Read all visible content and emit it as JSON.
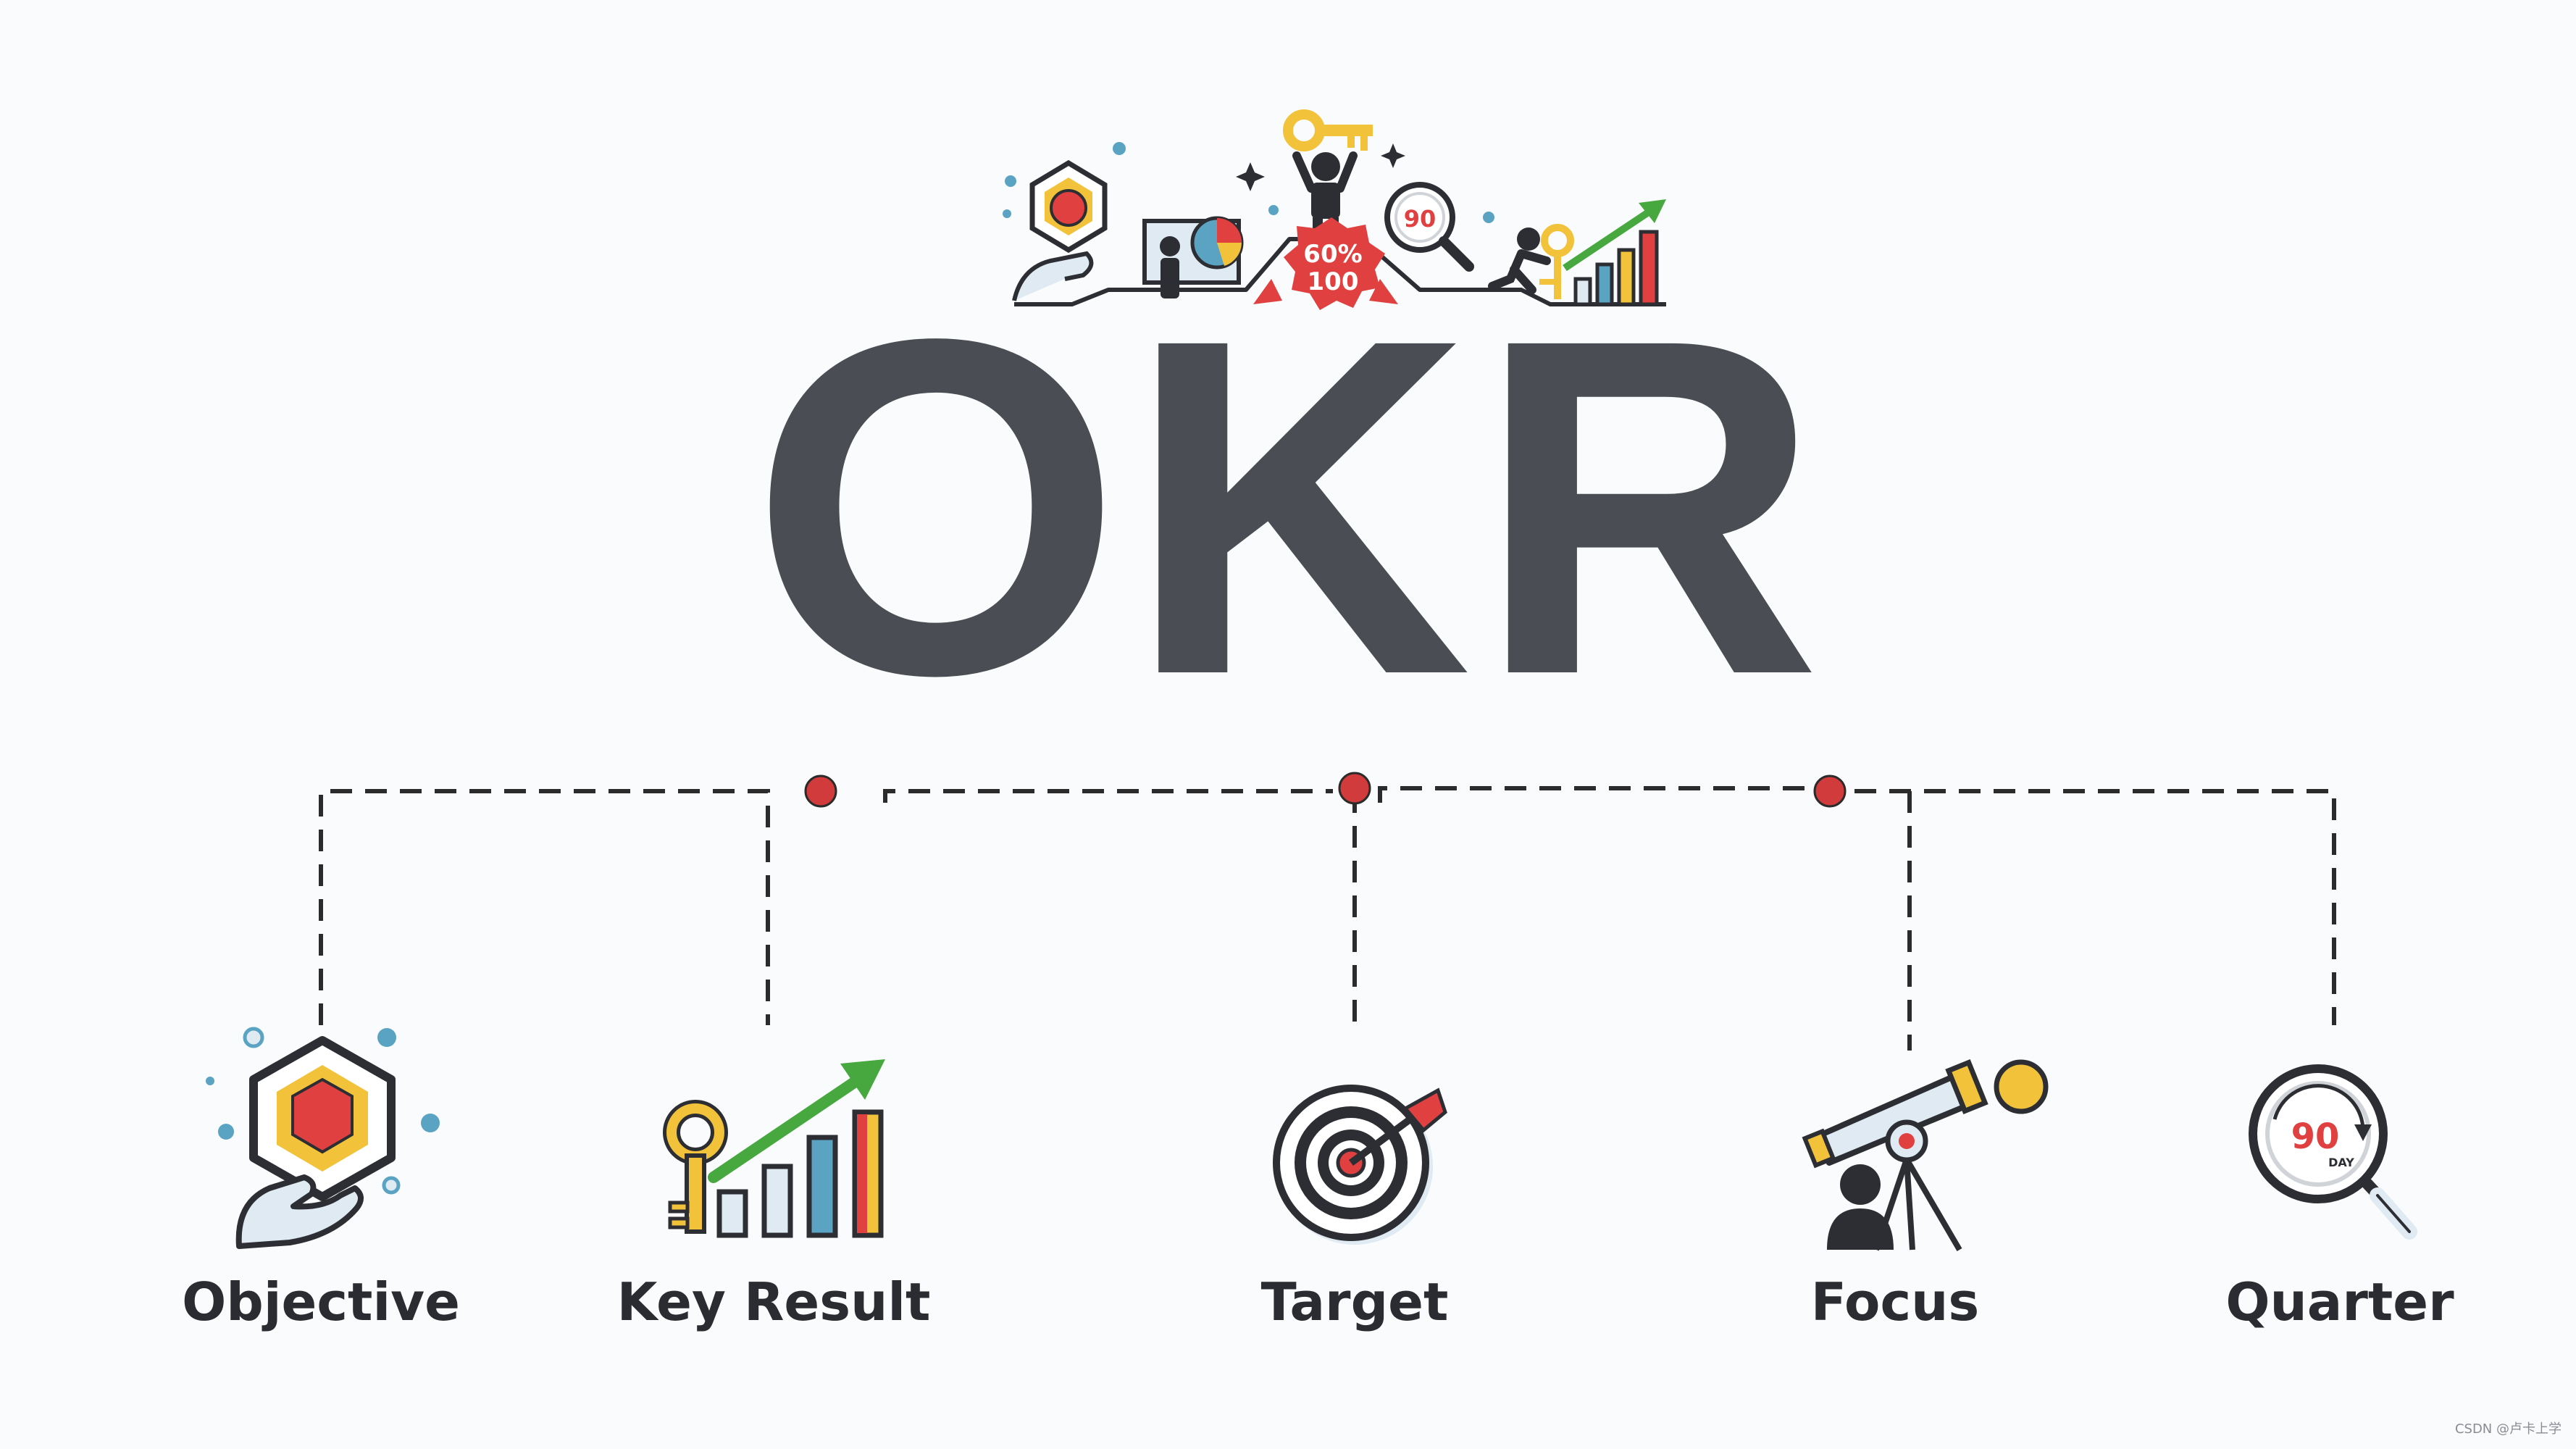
{
  "title": "OKR",
  "banner": {
    "badge_top": "60%",
    "badge_bottom": "100",
    "magnifier_text": "90"
  },
  "items": [
    {
      "label": "Objective"
    },
    {
      "label": "Key Result"
    },
    {
      "label": "Target"
    },
    {
      "label": "Focus"
    },
    {
      "label": "Quarter",
      "icon_number": "90",
      "icon_sub": "DAY"
    }
  ],
  "watermark": "CSDN @卢卡上学",
  "colors": {
    "title": "#4b4d54",
    "dash": "#2b2b2b",
    "dot": "#d23b3b",
    "red": "#e14040",
    "yellow": "#f2c33a",
    "green": "#46a83e",
    "blue": "#5aa3c2",
    "dark": "#2c2e33"
  }
}
